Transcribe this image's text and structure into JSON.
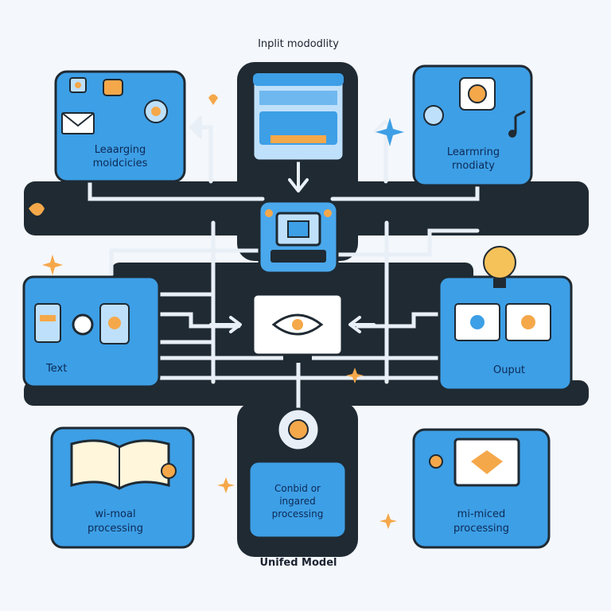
{
  "title_top": "Inplit mododlity",
  "title_bottom": "Unifed Model",
  "boxes": {
    "top_left": "Leaarging moidcicies",
    "top_right": "Learmring rnodiaty",
    "mid_left": "Text",
    "mid_right": "Ouput",
    "center_bottom": "Conbid or ingared processing",
    "bottom_left": "wi-moal processing",
    "bottom_right": "mi-miced processing"
  },
  "colors": {
    "box_blue": "#3d9fe6",
    "dark_band": "#1f2a33",
    "accent_orange": "#f5a84a"
  }
}
